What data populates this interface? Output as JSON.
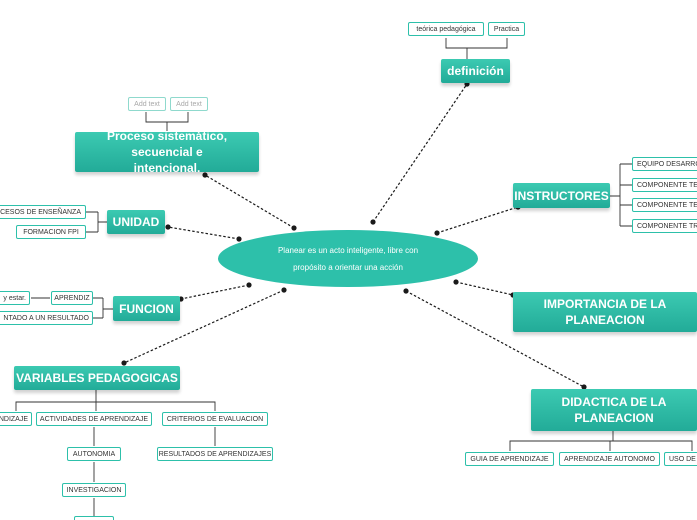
{
  "center": {
    "line1": "Planear  es un  acto  inteligente, libre con",
    "line2": "propósito a orientar una acción"
  },
  "topics": {
    "definicion": {
      "label": "definición",
      "children": [
        "teórica  pedagógica",
        "Practica"
      ]
    },
    "proceso": {
      "label": "Proceso sistemático, secuencial e intencional.",
      "children": [
        "Add text",
        "Add text"
      ]
    },
    "instructores": {
      "label": "INSTRUCTORES",
      "children": [
        "EQUIPO DESARRO",
        "COMPONENTE  TE",
        "COMPONENTE  TE",
        "COMPONENTE  TR"
      ]
    },
    "unidad": {
      "label": "UNIDAD",
      "children": [
        "CESOS  DE  ENSEÑANZA",
        "FORMACION  FPI"
      ]
    },
    "funcion": {
      "label": "FUNCION",
      "children": [
        "y estar.",
        "APRENDIZ",
        "NTADO A UN  RESULTADO"
      ]
    },
    "importancia": {
      "label": "IMPORTANCIA  DE LA PLANEACION"
    },
    "variables": {
      "label": "VARIABLES  PEDAGOGICAS",
      "children": [
        "NDIZAJE",
        "ACTIVIDADES  DE  APRENDIZAJE",
        "CRITERIOS  DE  EVALUACION",
        "AUTONOMIA",
        "INVESTIGACION",
        "RESULTADOS  DE  APRENDIZAJES"
      ]
    },
    "didactica": {
      "label": "DIDACTICA  DE LA PLANEACION",
      "children": [
        "GUIA  DE  APRENDIZAJE",
        "APRENDIZAJE  AUTONOMO",
        "USO  DE"
      ]
    }
  },
  "colors": {
    "accent": "#2dc0aa",
    "accent_dark": "#22ab98",
    "link": "#1a1a1a",
    "leaf_line": "#333333"
  }
}
